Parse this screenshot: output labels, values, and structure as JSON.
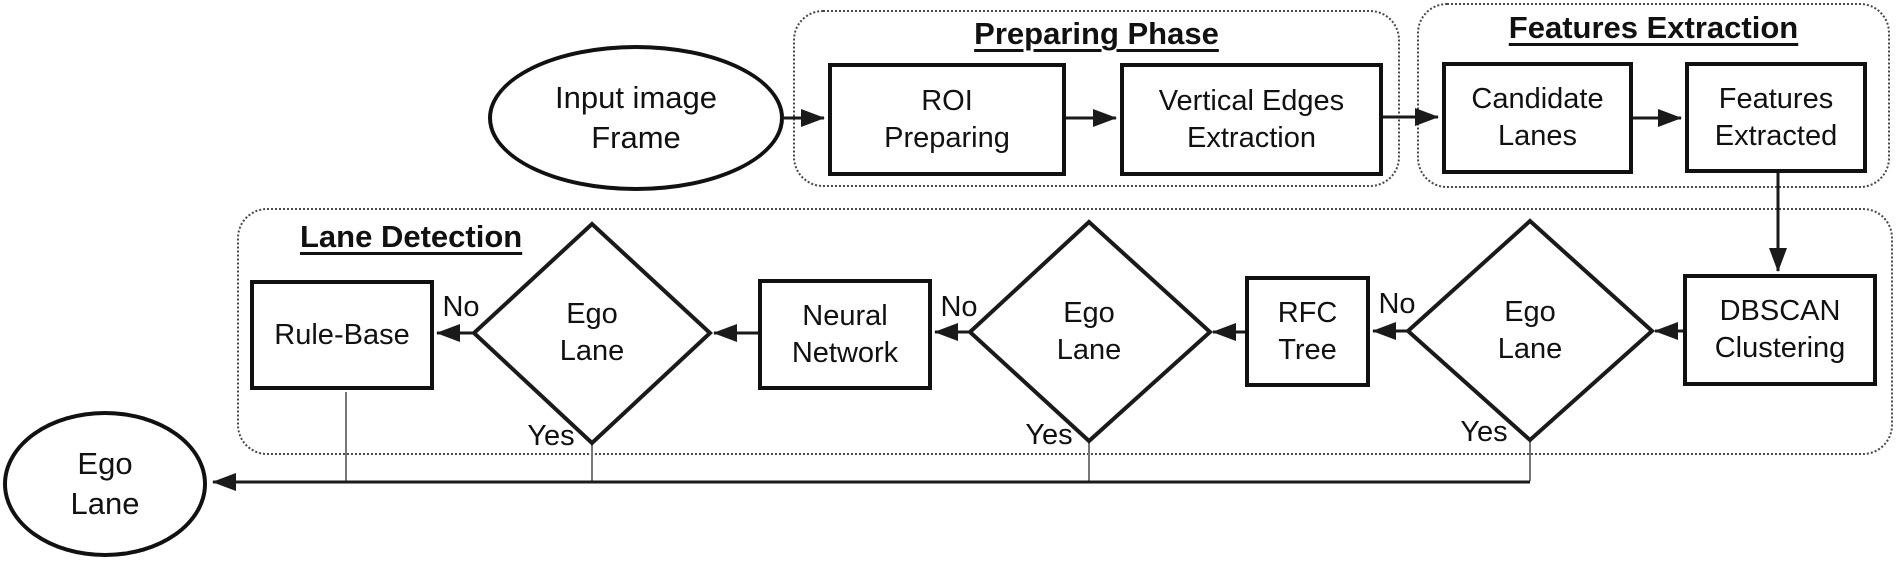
{
  "colors": {
    "stroke": "#1a1a1a",
    "connector_gray": "#777777",
    "background": "#ffffff"
  },
  "terminals": {
    "input": {
      "line1": "Input image",
      "line2": "Frame"
    },
    "output": {
      "line1": "Ego",
      "line2": "Lane"
    }
  },
  "groups": {
    "preparing": {
      "title": "Preparing Phase"
    },
    "features": {
      "title": "Features Extraction"
    },
    "lane_detection": {
      "title": "Lane Detection"
    }
  },
  "processes": {
    "roi": {
      "line1": "ROI",
      "line2": "Preparing"
    },
    "vertical_edges": {
      "line1": "Vertical Edges",
      "line2": "Extraction"
    },
    "candidate_lanes": {
      "line1": "Candidate",
      "line2": "Lanes"
    },
    "features_extracted": {
      "line1": "Features",
      "line2": "Extracted"
    },
    "dbscan": {
      "line1": "DBSCAN",
      "line2": "Clustering"
    },
    "rfc": {
      "line1": "RFC",
      "line2": "Tree"
    },
    "neural_network": {
      "line1": "Neural",
      "line2": "Network"
    },
    "rule_base": {
      "line1": "Rule-Base"
    }
  },
  "decisions": {
    "d1": {
      "line1": "Ego",
      "line2": "Lane"
    },
    "d2": {
      "line1": "Ego",
      "line2": "Lane"
    },
    "d3": {
      "line1": "Ego",
      "line2": "Lane"
    }
  },
  "edge_labels": {
    "no1": "No",
    "yes1": "Yes",
    "no2": "No",
    "yes2": "Yes",
    "no3": "No",
    "yes3": "Yes"
  }
}
